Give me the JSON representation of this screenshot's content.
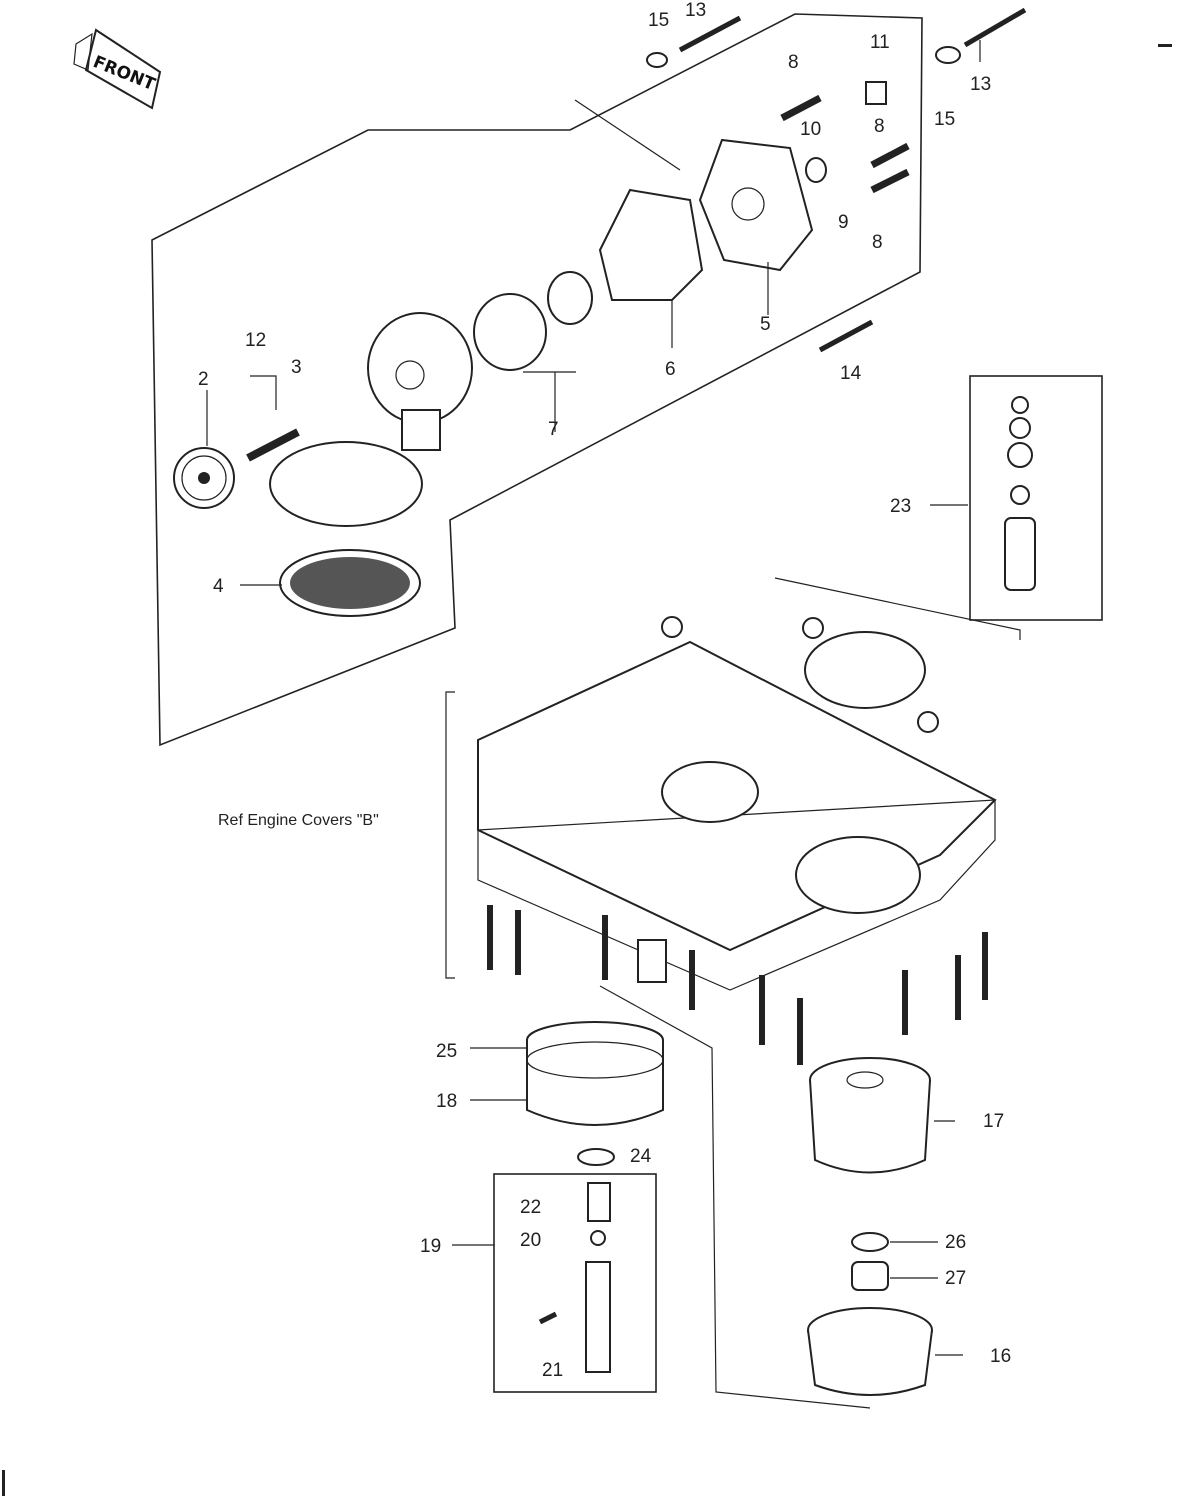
{
  "front_badge": "FRONT",
  "reference_note": "Ref  Engine Covers \"B\"",
  "callouts": {
    "c2": "2",
    "c3": "3",
    "c4": "4",
    "c5": "5",
    "c6": "6",
    "c7": "7",
    "c8a": "8",
    "c8b": "8",
    "c8c": "8",
    "c9": "9",
    "c10": "10",
    "c11": "11",
    "c12": "12",
    "c13a": "13",
    "c13b": "13",
    "c14": "14",
    "c15a": "15",
    "c15b": "15",
    "c16": "16",
    "c17": "17",
    "c18": "18",
    "c19": "19",
    "c20": "20",
    "c21": "21",
    "c22": "22",
    "c23": "23",
    "c24": "24",
    "c25": "25",
    "c26": "26",
    "c27": "27"
  }
}
